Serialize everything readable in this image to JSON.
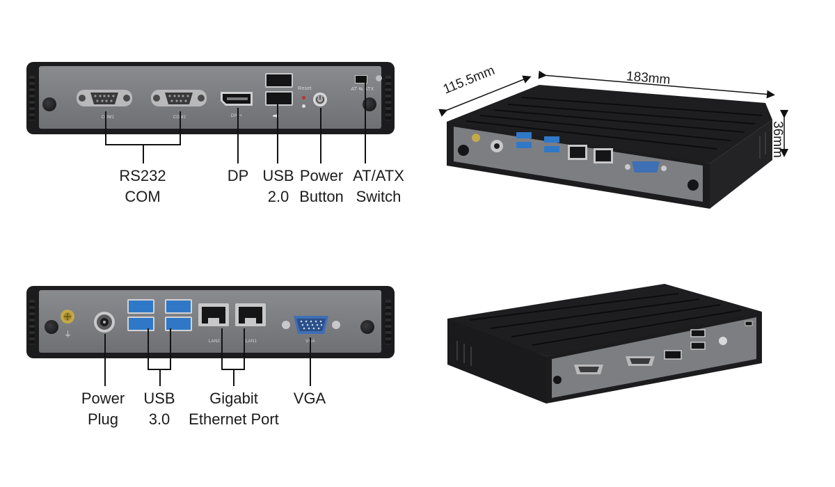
{
  "dimensions": {
    "depth": "115.5mm",
    "width": "183mm",
    "height": "36mm"
  },
  "front_panel": {
    "port_text": {
      "com1": "COM1",
      "com2": "COM2",
      "dp": "DP++",
      "reset": "Reset",
      "at_atx": "AT ⇆ ATX"
    },
    "callouts": {
      "rs232_line1": "RS232",
      "rs232_line2": "COM",
      "dp": "DP",
      "usb2_line1": "USB",
      "usb2_line2": "2.0",
      "power_btn_line1": "Power",
      "power_btn_line2": "Button",
      "atatx_line1": "AT/ATX",
      "atatx_line2": "Switch"
    }
  },
  "rear_panel": {
    "port_text": {
      "lan2": "LAN2",
      "lan1": "LAN1",
      "vga": "VGA"
    },
    "callouts": {
      "power_plug_line1": "Power",
      "power_plug_line2": "Plug",
      "usb3_line1": "USB",
      "usb3_line2": "3.0",
      "ethernet_line1": "Gigabit",
      "ethernet_line2": "Ethernet Port",
      "vga": "VGA"
    }
  },
  "colors": {
    "chassis": "#1c1c1e",
    "panel": "#7d7e82",
    "usb3_blue": "#2f78c8",
    "vga_blue": "#3f6fb4"
  }
}
